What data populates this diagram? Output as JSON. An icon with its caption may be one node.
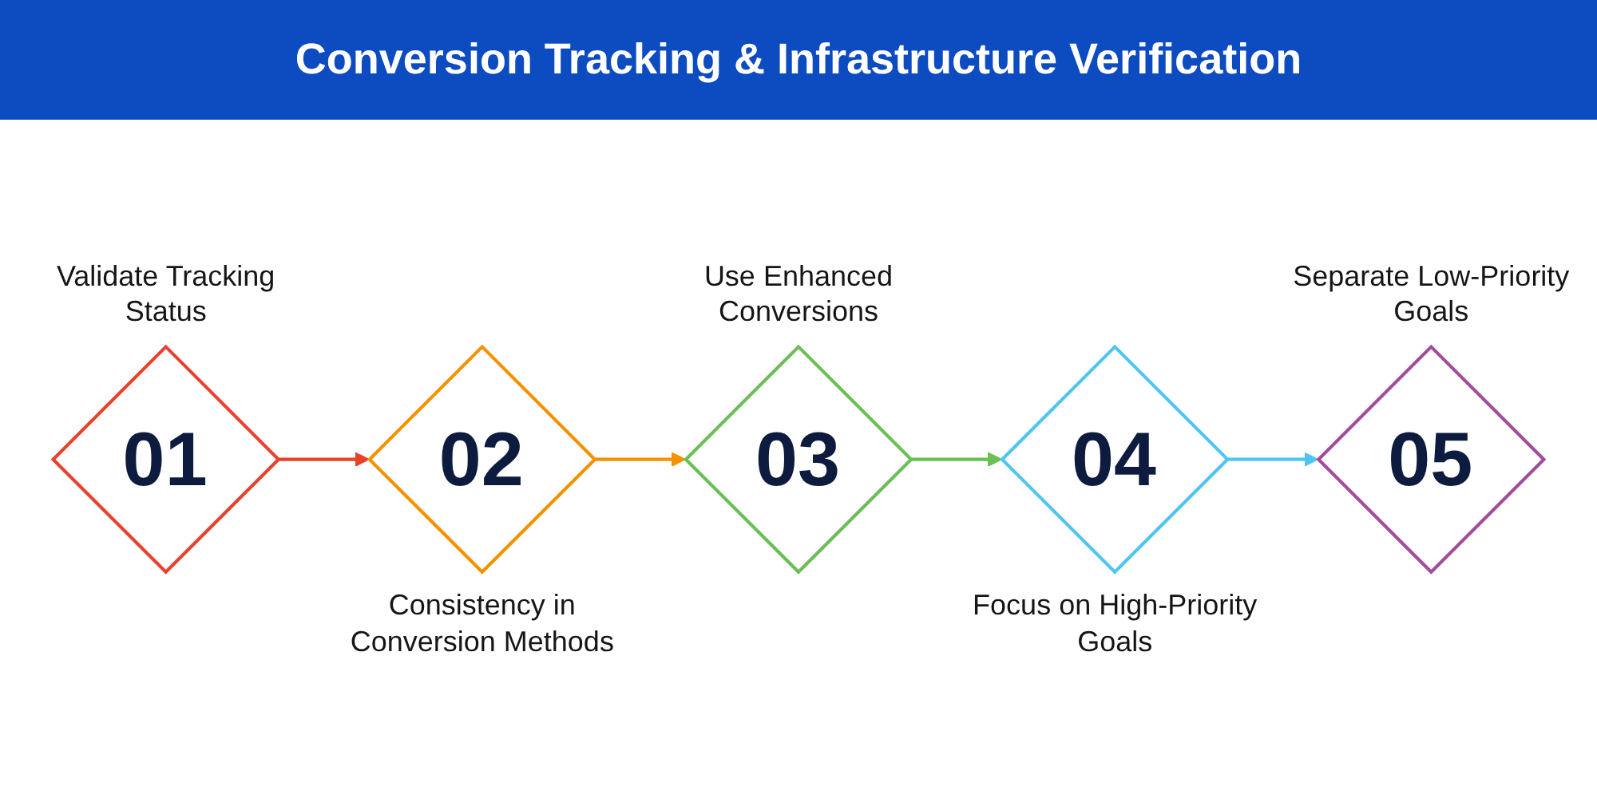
{
  "diagram": {
    "title": "Conversion Tracking & Infrastructure Verification",
    "nodes": [
      {
        "text": [
          "01"
        ],
        "beside": [
          "Validate Tracking Status"
        ]
      },
      {
        "text": [
          "02"
        ],
        "beside": [
          "Consistency in Conversion Methods"
        ]
      },
      {
        "text": [
          "03"
        ],
        "beside": [
          "Use Enhanced Conversions"
        ]
      },
      {
        "text": [
          "04"
        ],
        "beside": [
          "Focus on High-Priority Goals"
        ]
      },
      {
        "text": [
          "05"
        ],
        "beside": [
          "Separate Low-Priority Goals"
        ]
      }
    ],
    "edges": [
      {
        "from": 0,
        "to": 1,
        "arrow": "to",
        "color": "#e8412c"
      },
      {
        "from": 1,
        "to": 2,
        "arrow": "to",
        "color": "#f39200"
      },
      {
        "from": 2,
        "to": 3,
        "arrow": "to",
        "color": "#6abf56"
      },
      {
        "from": 3,
        "to": 4,
        "arrow": "to",
        "color": "#4fc6f1"
      }
    ]
  }
}
